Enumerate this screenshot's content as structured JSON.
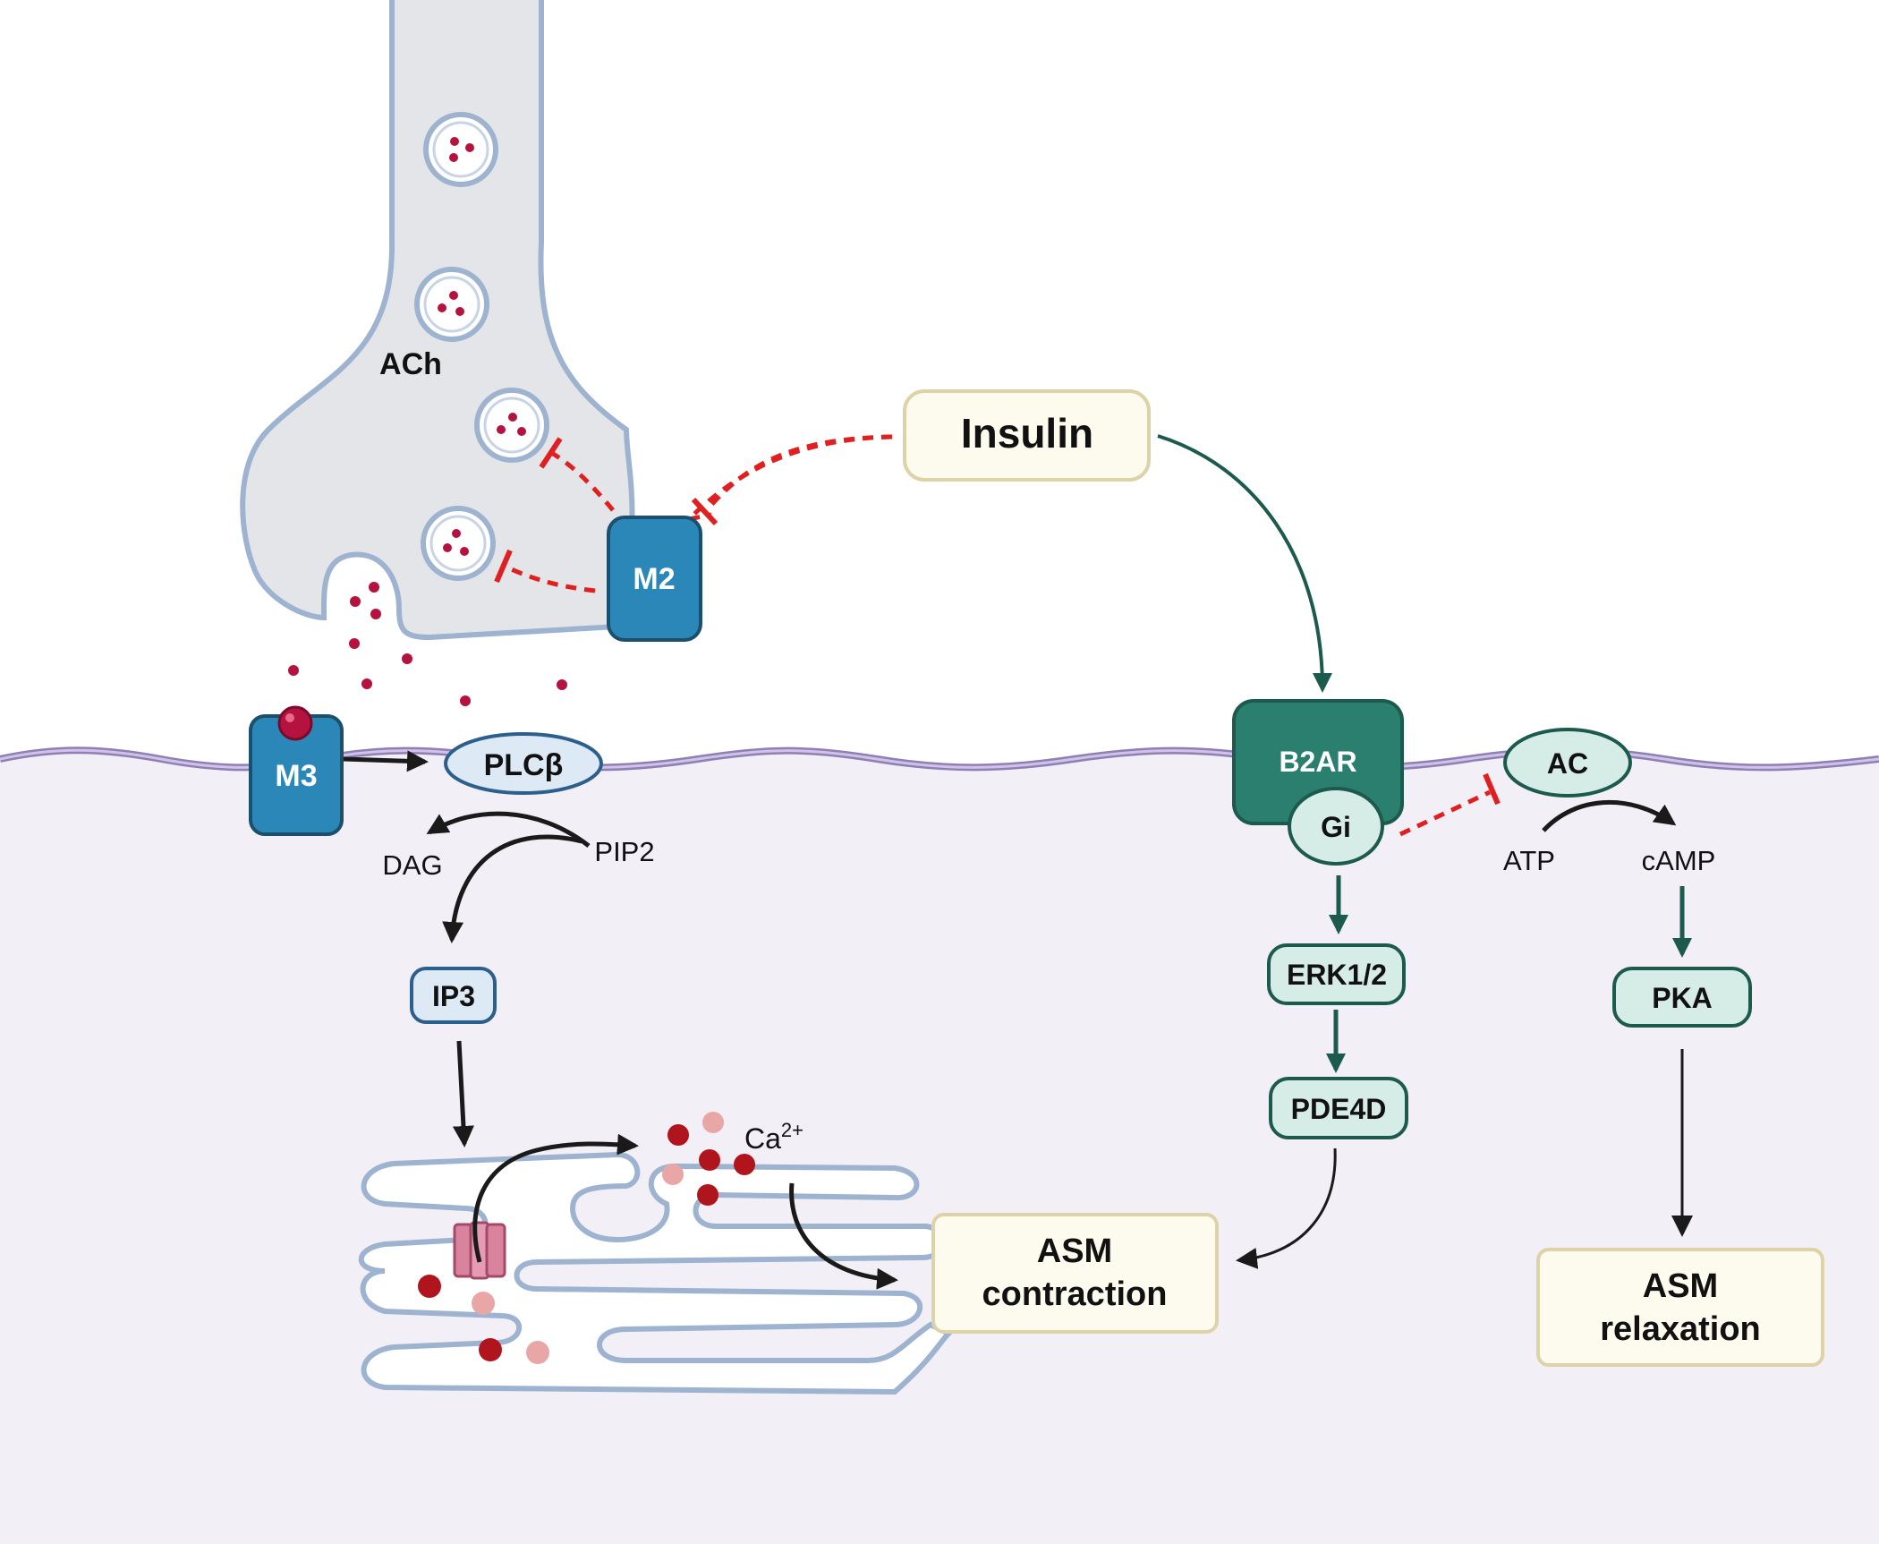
{
  "labels": {
    "ach": "ACh",
    "insulin": "Insulin",
    "m2": "M2",
    "m3": "M3",
    "plcb": "PLCβ",
    "dag": "DAG",
    "pip2": "PIP2",
    "ip3": "IP3",
    "ca": "Ca",
    "ca_charge": "2+",
    "asm_contraction_1": "ASM",
    "asm_contraction_2": "contraction",
    "b2ar": "B2AR",
    "gi": "Gi",
    "ac": "AC",
    "atp": "ATP",
    "camp": "cAMP",
    "erk": "ERK1/2",
    "pde4d": "PDE4D",
    "pka": "PKA",
    "asm_relaxation_1": "ASM",
    "asm_relaxation_2": "relaxation"
  },
  "colors": {
    "cytoplasm": "#f2eff6",
    "membrane": "#b8a9d4",
    "membrane_dark": "#8f7fb6",
    "neuron_fill": "#e4e5e9",
    "neuron_stroke": "#9db3cf",
    "receptor_blue": "#2a87b8",
    "receptor_stroke": "#1b4f6c",
    "teal_dark": "#2b7f6e",
    "teal_stroke": "#1d5a4e",
    "teal_light": "#d6ece6",
    "light_blue_fill": "#ddeaf6",
    "light_blue_stroke": "#2d5f8c",
    "outcome_fill": "#fdfaee",
    "outcome_stroke": "#ddd2a8",
    "ach_dot": "#b5123f",
    "ca_dark": "#b0141c",
    "ca_light": "#e8a6a6",
    "inhibit_red": "#e02020",
    "arrow_black": "#1a1a1a",
    "arrow_teal": "#1d5a4e"
  }
}
